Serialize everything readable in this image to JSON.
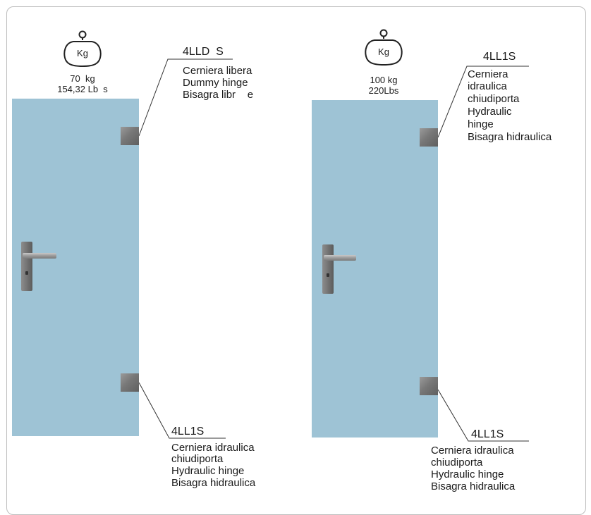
{
  "icon_label": "Kg",
  "left": {
    "weight": {
      "kg": "70  kg",
      "lbs": "154,32 Lb  s"
    },
    "top_hinge": {
      "code": "4LLD  S",
      "lines": [
        "Cerniera libera",
        "Dummy hinge",
        "Bisagra libr    e"
      ]
    },
    "bottom_hinge": {
      "code": "4LL1S",
      "lines": [
        "Cerniera idraulica",
        "chiudiporta",
        "Hydraulic hinge",
        "Bisagra hidraulica"
      ]
    }
  },
  "right": {
    "weight": {
      "kg": "100 kg",
      "lbs": "220Lbs"
    },
    "top_hinge": {
      "code": "4LL1S",
      "lines": [
        "Cerniera",
        "idraulica",
        "chiudiporta",
        "Hydraulic",
        "hinge",
        "Bisagra hidraulica"
      ]
    },
    "bottom_hinge": {
      "code": "4LL1S",
      "lines": [
        "Cerniera idraulica",
        "chiudiporta",
        "Hydraulic hinge",
        "Bisagra hidraulica"
      ]
    }
  },
  "colors": {
    "door": "#9ec3d5",
    "hardware": "#777777",
    "frame": "#bdbdbd"
  },
  "icons": [
    "weight-bag-icon"
  ]
}
